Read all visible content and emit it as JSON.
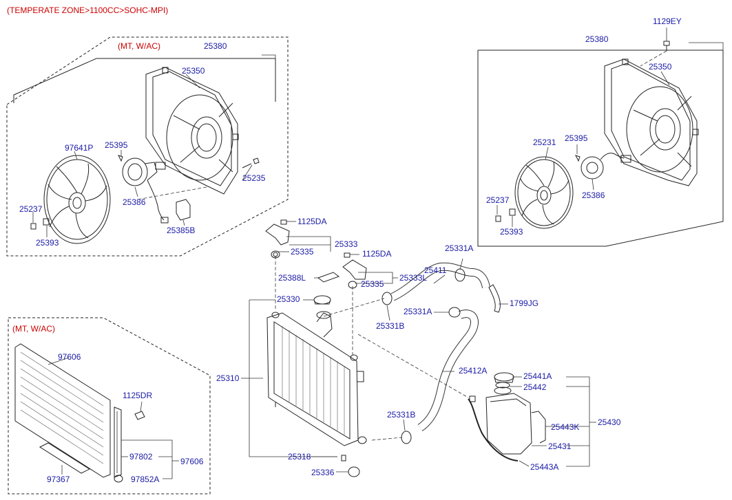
{
  "header": "(TEMPERATE ZONE>1100CC>SOHC-MPI)",
  "notes": {
    "mt_wac_1": "(MT, W/AC)",
    "mt_wac_2": "(MT, W/AC)"
  },
  "parts": {
    "p25380a": "25380",
    "p25350a": "25350",
    "p97641p": "97641P",
    "p25395a": "25395",
    "p25235": "25235",
    "p25386a": "25386",
    "p25237a": "25237",
    "p25393a": "25393",
    "p25385b": "25385B",
    "p1129ey": "1129EY",
    "p25380b": "25380",
    "p25350b": "25350",
    "p25231": "25231",
    "p25395b": "25395",
    "p25237b": "25237",
    "p25386b": "25386",
    "p25393b": "25393",
    "p1125da1": "1125DA",
    "p25333": "25333",
    "p25335a": "25335",
    "p1125da2": "1125DA",
    "p25331a1": "25331A",
    "p25411": "25411",
    "p25388l": "25388L",
    "p25333l": "25333L",
    "p25335b": "25335",
    "p25330": "25330",
    "p25331a2": "25331A",
    "p1799jg": "1799JG",
    "p25331b1": "25331B",
    "p97606a": "97606",
    "p25310": "25310",
    "p25412a": "25412A",
    "p25441a": "25441A",
    "p25442": "25442",
    "p1125dr": "1125DR",
    "p25331b2": "25331B",
    "p25443k": "25443K",
    "p25430": "25430",
    "p97802": "97802",
    "p97606b": "97606",
    "p25431": "25431",
    "p25318": "25318",
    "p97367": "97367",
    "p97852a": "97852A",
    "p25336": "25336",
    "p25443a": "25443A"
  }
}
